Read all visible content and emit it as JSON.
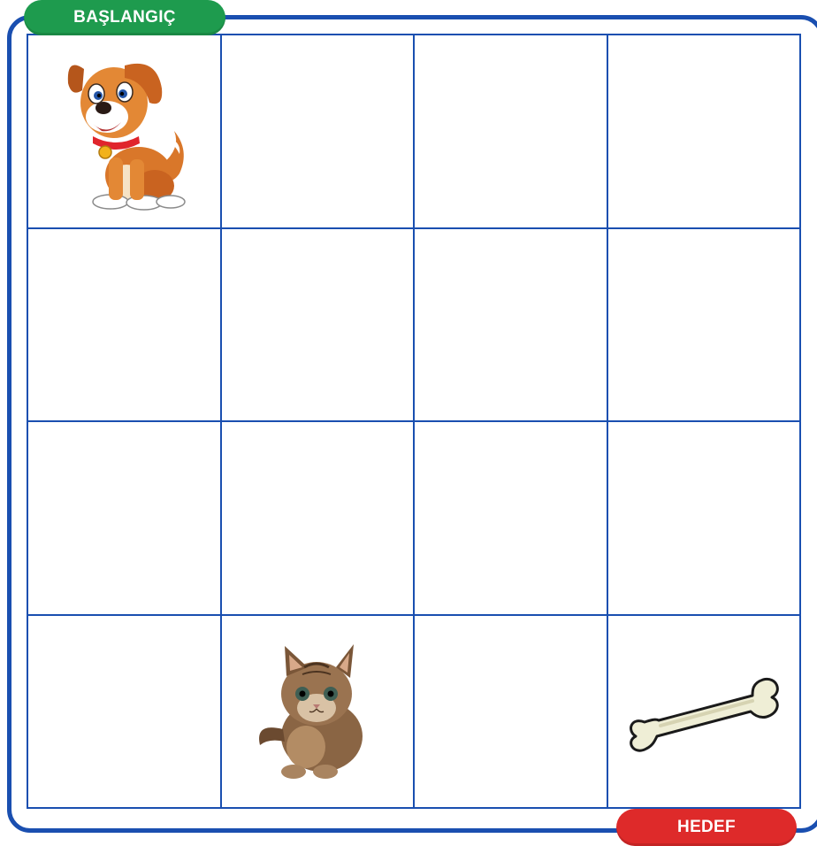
{
  "labels": {
    "start": "BAŞLANGIÇ",
    "goal": "HEDEF"
  },
  "colors": {
    "grid_line": "#1a4fb0",
    "start_badge": "#1e9b4e",
    "goal_badge": "#de2a2a"
  },
  "board": {
    "rows": 4,
    "cols": 4,
    "pieces": [
      {
        "name": "dog",
        "row": 1,
        "col": 1,
        "role": "start"
      },
      {
        "name": "cat",
        "row": 4,
        "col": 2,
        "role": "obstacle"
      },
      {
        "name": "bone",
        "row": 4,
        "col": 4,
        "role": "goal"
      }
    ]
  }
}
